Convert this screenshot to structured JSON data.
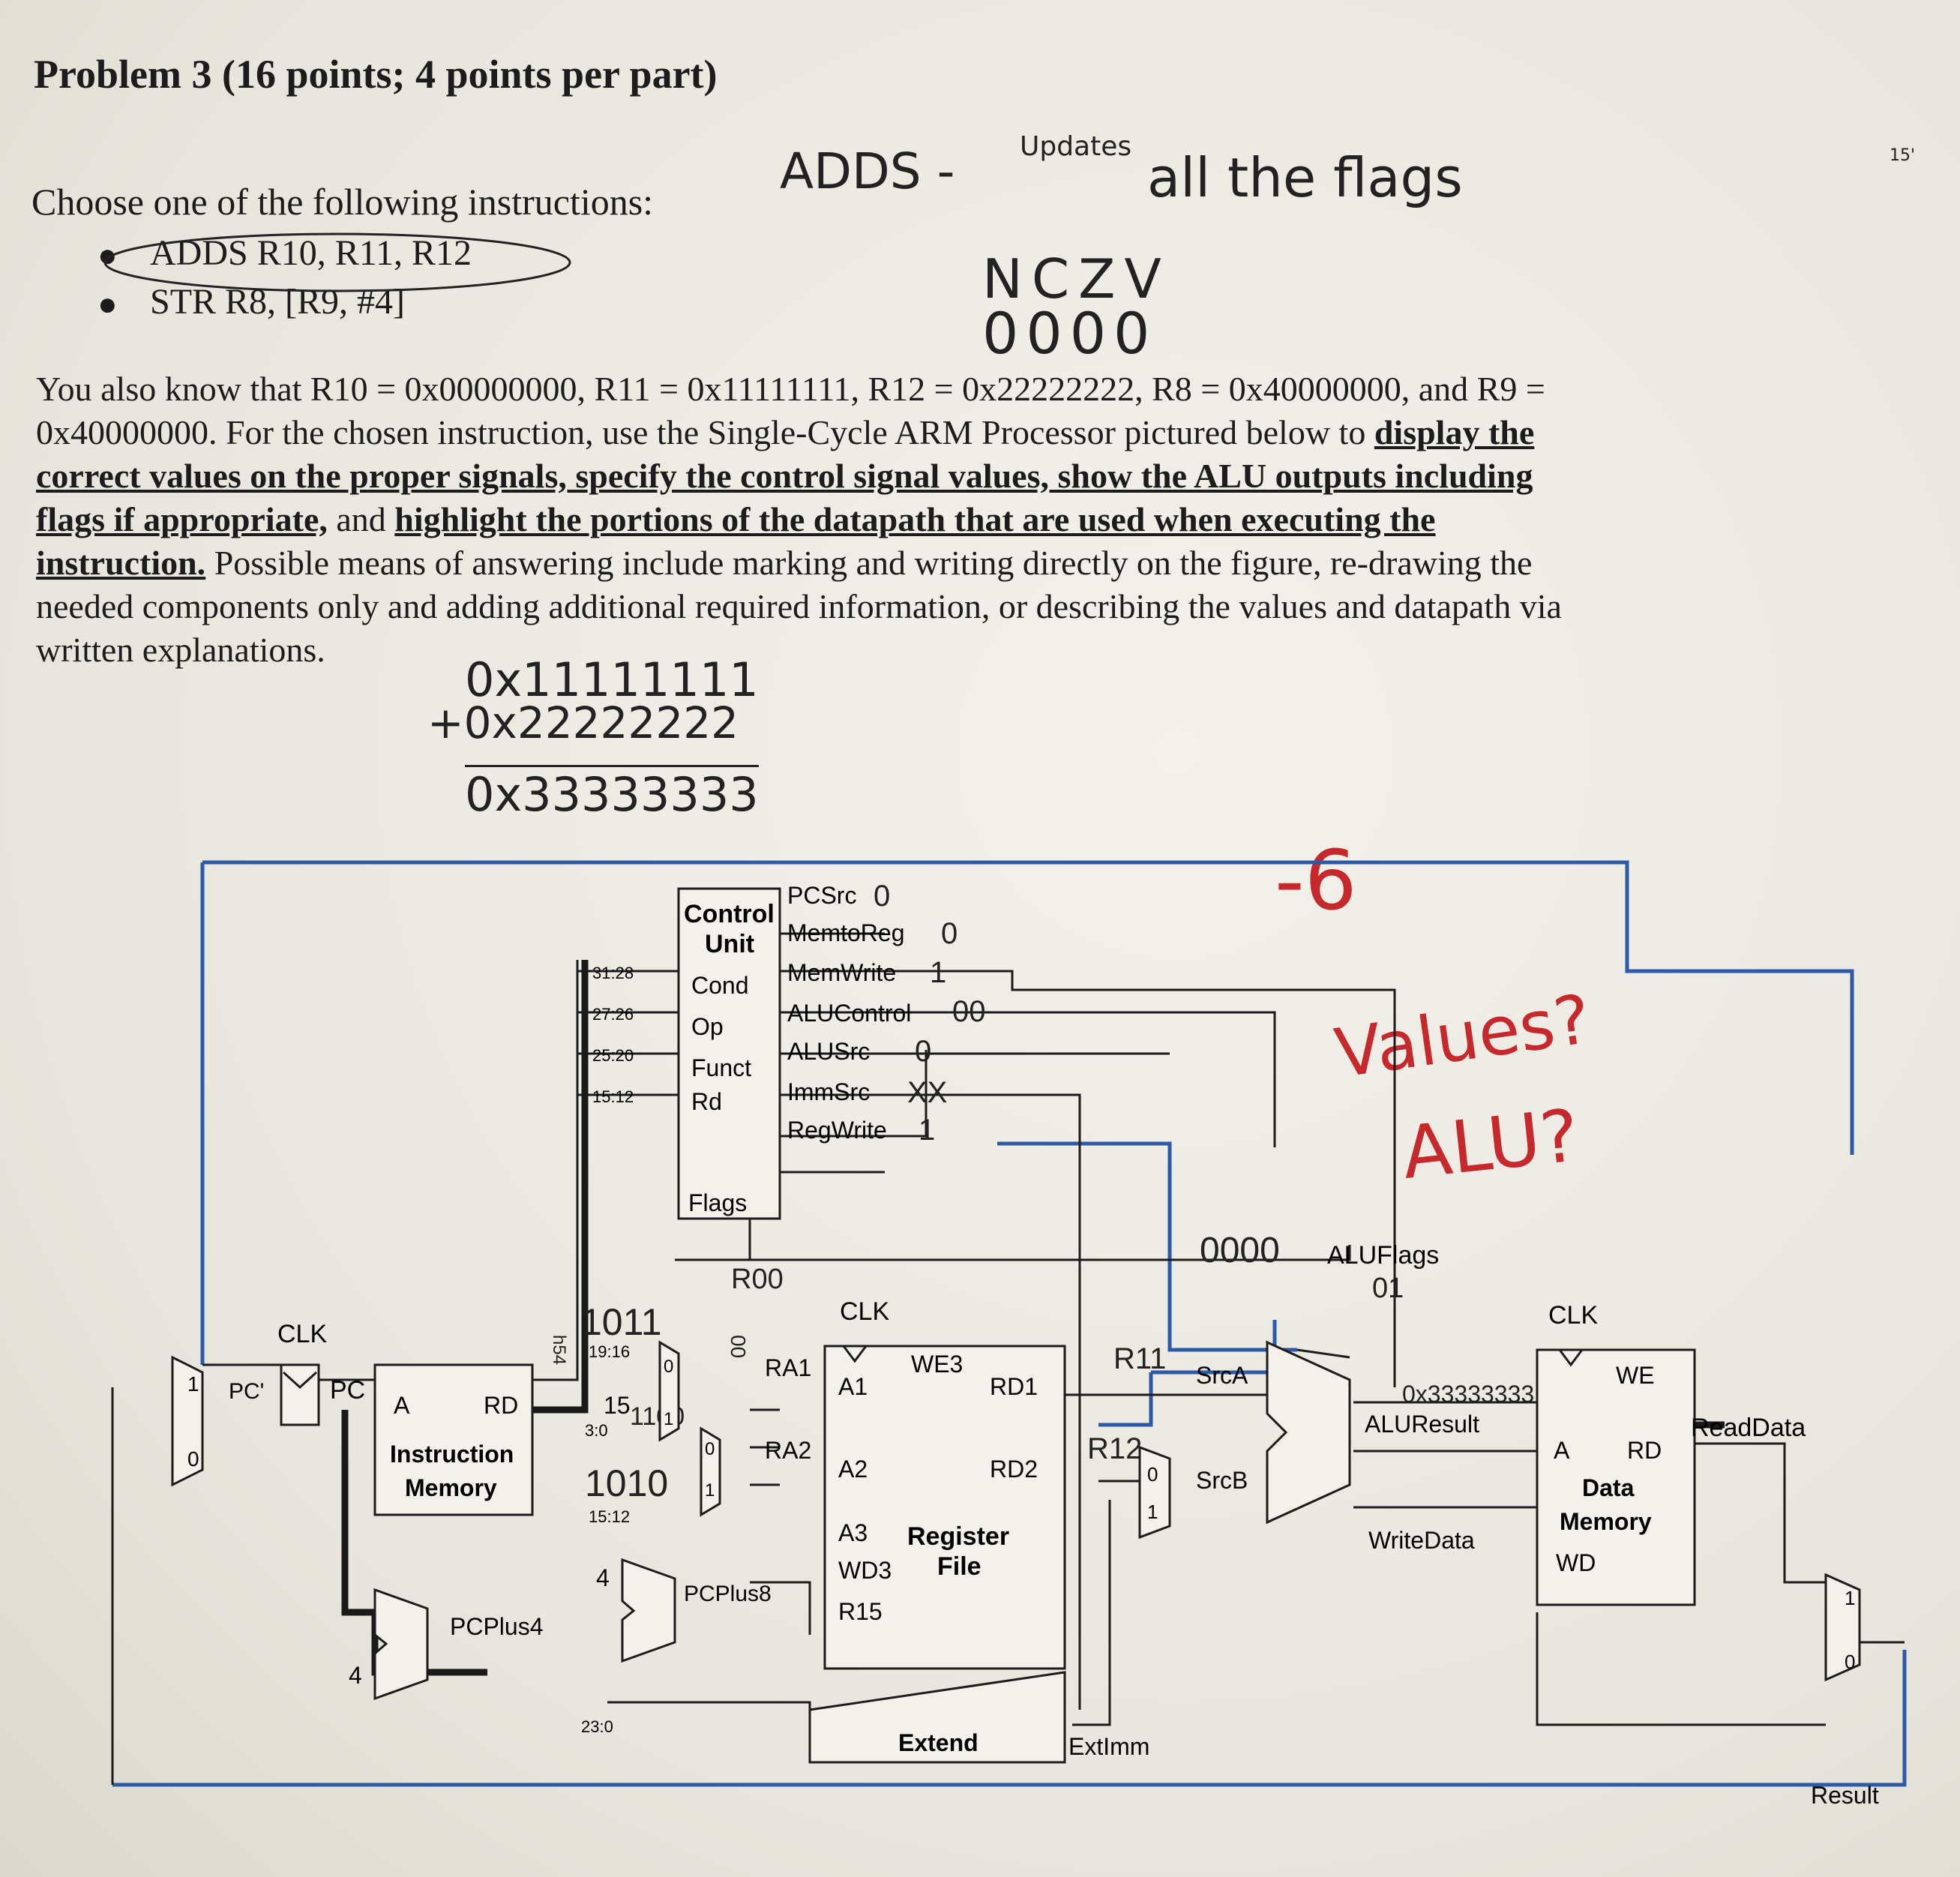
{
  "problem": {
    "title": "Problem 3 (16 points; 4 points per part)",
    "prompt": "Choose one of the following instructions:",
    "options": [
      "ADDS R10, R11, R12",
      "STR R8, [R9, #4]"
    ],
    "paragraph_line1": "You also know that R10 = 0x00000000, R11 = 0x11111111, R12 = 0x22222222, R8 = 0x40000000, and R9 =",
    "paragraph_line2_plain": "0x40000000. For the chosen instruction, use the Single-Cycle ARM Processor pictured below to ",
    "paragraph_line2_bold": "display the",
    "paragraph_line3_bold": "correct values on the proper signals, specify the control signal values, show the ALU outputs including",
    "paragraph_line4_bold_a": "flags if appropriate,",
    "paragraph_line4_plain": " and ",
    "paragraph_line4_bold_b": "highlight the portions of the datapath that are used when executing the",
    "paragraph_line5_bold": "instruction.",
    "paragraph_line5_plain": " Possible means of answering include marking and writing directly on the figure, re-drawing the",
    "paragraph_line6": "needed components only and adding additional required information, or describing the values and datapath via",
    "paragraph_line7": "written explanations."
  },
  "handwriting": {
    "adds_note_a": "ADDS -",
    "adds_note_updates": "Updates",
    "adds_note_b": "all the flags",
    "flags_header": "NCZV",
    "flags_values": "0000",
    "sum_line1": "0x11111111",
    "sum_line2": "+0x22222222",
    "sum_line3": "0x33333333",
    "grader_score": "-6",
    "grader_values": "Values?",
    "grader_alu": "ALU?",
    "reg_r00": "R00",
    "inst_1011": "1011",
    "inst_1010": "1010",
    "inst_1100": "1100",
    "op_bits": "00",
    "funct_bits": "h54",
    "reg_r11": "R11",
    "reg_r12": "R12",
    "alu_result_val": "0x33333333",
    "aluflags_val": "0000",
    "aluflags_mark": "01",
    "corner_mark": "15'",
    "ctrl_pcsrc": "0",
    "ctrl_memtoreg": "0",
    "ctrl_memwrite": "1",
    "ctrl_alucontrol": "00",
    "ctrl_alusrc": "0",
    "ctrl_immsrc": "XX",
    "ctrl_regwrite": "1"
  },
  "diagram": {
    "control_unit": [
      "Control",
      "Unit"
    ],
    "inputs": [
      "Cond",
      "Op",
      "Funct",
      "Rd"
    ],
    "flags": "Flags",
    "signals": [
      "PCSrc",
      "MemtoReg",
      "MemWrite",
      "ALUControl",
      "ALUSrc",
      "ImmSrc",
      "RegWrite"
    ],
    "bit_fields": [
      "31:28",
      "27:26",
      "25:20",
      "15:12",
      "19:16",
      "3:0",
      "15:12",
      "23:0"
    ],
    "const_15": "15",
    "const_4a": "4",
    "const_4b": "4",
    "clk": "CLK",
    "pc": "PC",
    "pc_prime": "PC'",
    "imem": [
      "A",
      "RD",
      "Instruction",
      "Memory"
    ],
    "regfile": [
      "CLK",
      "WE3",
      "A1",
      "RD1",
      "A2",
      "RD2",
      "A3",
      "WD3",
      "R15",
      "Register",
      "File"
    ],
    "ra1": "RA1",
    "ra2": "RA2",
    "pcplus4": "PCPlus4",
    "pcplus8": "PCPlus8",
    "extend": "Extend",
    "extimm": "ExtImm",
    "srca": "SrcA",
    "srcb": "SrcB",
    "aluflags": "ALUFlags",
    "aluresult": "ALUResult",
    "writedata": "WriteData",
    "dmem": [
      "CLK",
      "WE",
      "A",
      "RD",
      "Data",
      "Memory",
      "WD"
    ],
    "readdata": "ReadData",
    "result": "Result",
    "mux_labels": [
      "1",
      "0",
      "0",
      "1",
      "0",
      "1",
      "0",
      "1",
      "1",
      "0"
    ]
  }
}
